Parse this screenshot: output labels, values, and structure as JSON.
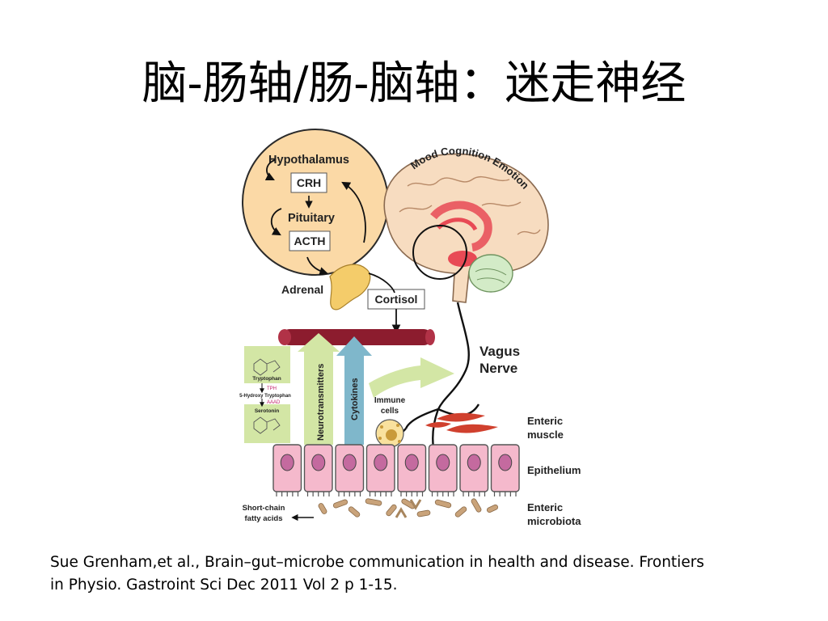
{
  "slide": {
    "title": "脑-肠轴/肠-脑轴：迷走神经",
    "citation_line1": "Sue Grenham,et al., Brain–gut–microbe communication in health and disease. Frontiers",
    "citation_line2": "in Physio.  Gastroint Sci Dec 2011 Vol 2 p 1-15."
  },
  "diagram": {
    "hpa": {
      "hypothalamus": "Hypothalamus",
      "crh": "CRH",
      "pituitary": "Pituitary",
      "acth": "ACTH"
    },
    "adrenal": "Adrenal",
    "cortisol": "Cortisol",
    "brain_label": "Mood Cognition Emotion",
    "vagus_line1": "Vagus",
    "vagus_line2": "Nerve",
    "neurotransmitters": "Neurotransmitters",
    "cytokines": "Cytokines",
    "immune_line1": "Immune",
    "immune_line2": "cells",
    "enteric_muscle_line1": "Enteric",
    "enteric_muscle_line2": "muscle",
    "epithelium": "Epithelium",
    "microbiota_line1": "Enteric",
    "microbiota_line2": "microbiota",
    "scfa_line1": "Short-chain",
    "scfa_line2": "fatty acids",
    "serotonin_pathway": {
      "tryptophan": "Tryptophan",
      "tph": "TPH",
      "hydroxy": "5-Hydroxy Tryptophan",
      "aaad": "AAAD",
      "serotonin": "Serotonin"
    }
  },
  "colors": {
    "hpa_circle": "#fbd9a6",
    "brain": "#f7dcc0",
    "limbic": "#e84a55",
    "blood_vessel": "#8c1c2e",
    "arrow_green": "#d3e6a5",
    "arrow_blue": "#7fb7cb",
    "epithelium": "#f5b9cc",
    "nucleus": "#c46a9f",
    "bacteria": "#c9a37a",
    "muscle": "#d0402e",
    "adrenal": "#f4cc6a",
    "cerebellum": "#d3ebc7"
  }
}
